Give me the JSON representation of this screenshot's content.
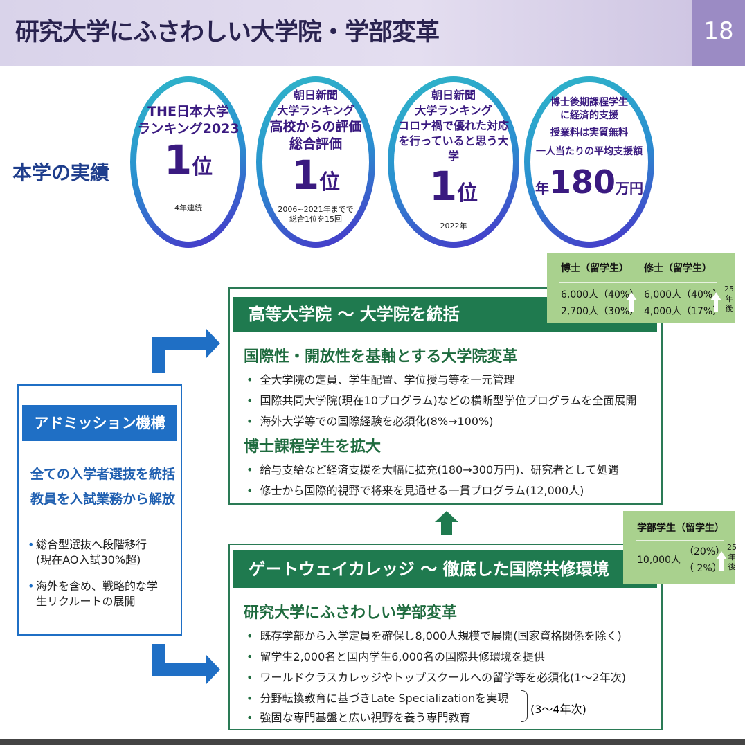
{
  "header": {
    "title": "研究大学にふさわしい大学院・学部変革",
    "page": "18"
  },
  "achievements_label": "本学の実績",
  "achievements": [
    {
      "title": [
        "THE日本大学",
        "ランキング2023"
      ],
      "rank": "1",
      "rank_unit": "位",
      "note": [
        "4年連続"
      ]
    },
    {
      "title": [
        "朝日新聞",
        "大学ランキング",
        "高校からの評価",
        "総合評価"
      ],
      "rank": "1",
      "rank_unit": "位",
      "note": [
        "2006~2021年までで",
        "総合1位を15回"
      ]
    },
    {
      "title": [
        "朝日新聞",
        "大学ランキング",
        "コロナ禍で優れた対応",
        "を行っていると思う大学"
      ],
      "rank": "1",
      "rank_unit": "位",
      "note": [
        "2022年"
      ]
    },
    {
      "title": [
        "博士後期課程学生",
        "に経済的支援",
        "授業料は実質無料",
        "一人当たりの平均支援額"
      ],
      "prefix": "年",
      "amount": "180",
      "unit": "万円"
    }
  ],
  "graduate": {
    "bar": "高等大学院 ～ 大学院を統括",
    "h1": "国際性・開放性を基軸とする大学院変革",
    "b1": [
      "全大学院の定員、学生配置、学位授与等を一元管理",
      "国際共同大学院(現在10プログラム)などの横断型学位プログラムを全面展開",
      "海外大学等での国際経験を必須化(8%→100%)"
    ],
    "h2": "博士課程学生を拡大",
    "b2": [
      "給与支給など経済支援を大幅に拡充(180→300万円)、研究者として処遇",
      "修士から国際的視野で将来を見通せる一貫プログラム(12,000人)"
    ]
  },
  "grad_note": {
    "doc_head": "博士（留学生）",
    "mas_head": "修士（留学生）",
    "doc": [
      "6,000人（40%）",
      "2,700人（30%）"
    ],
    "mas": [
      "6,000人（40%）",
      "4,000人（17%）"
    ],
    "years": [
      "25",
      "年",
      "後"
    ]
  },
  "undergrad": {
    "bar": "ゲートウェイカレッジ ～ 徹底した国際共修環境",
    "h1": "研究大学にふさわしい学部変革",
    "b1": [
      "既存学部から入学定員を確保し8,000人規模で展開(国家資格関係を除く)",
      "留学生2,000名と国内学生6,000名の国際共修環境を提供",
      "ワールドクラスカレッジやトップスクールへの留学等を必須化(1～2年次)",
      "分野転換教育に基づきLate Specializationを実現",
      "強固な専門基盤と広い視野を養う専門教育"
    ],
    "bracket": "(3～4年次)"
  },
  "ug_note": {
    "head": "学部学生（留学生）",
    "count": "10,000人",
    "pct": [
      "（20%）",
      "（ 2%）"
    ],
    "years": [
      "25",
      "年",
      "後"
    ]
  },
  "admission": {
    "title": "アドミッション機構",
    "lines": [
      "全ての入学者選抜を統括",
      "教員を入試業務から解放"
    ],
    "bullets": [
      "総合型選抜へ段階移行\n(現在AO入試30%超)",
      "海外を含め、戦略的な学\n生リクルートの展開"
    ]
  }
}
